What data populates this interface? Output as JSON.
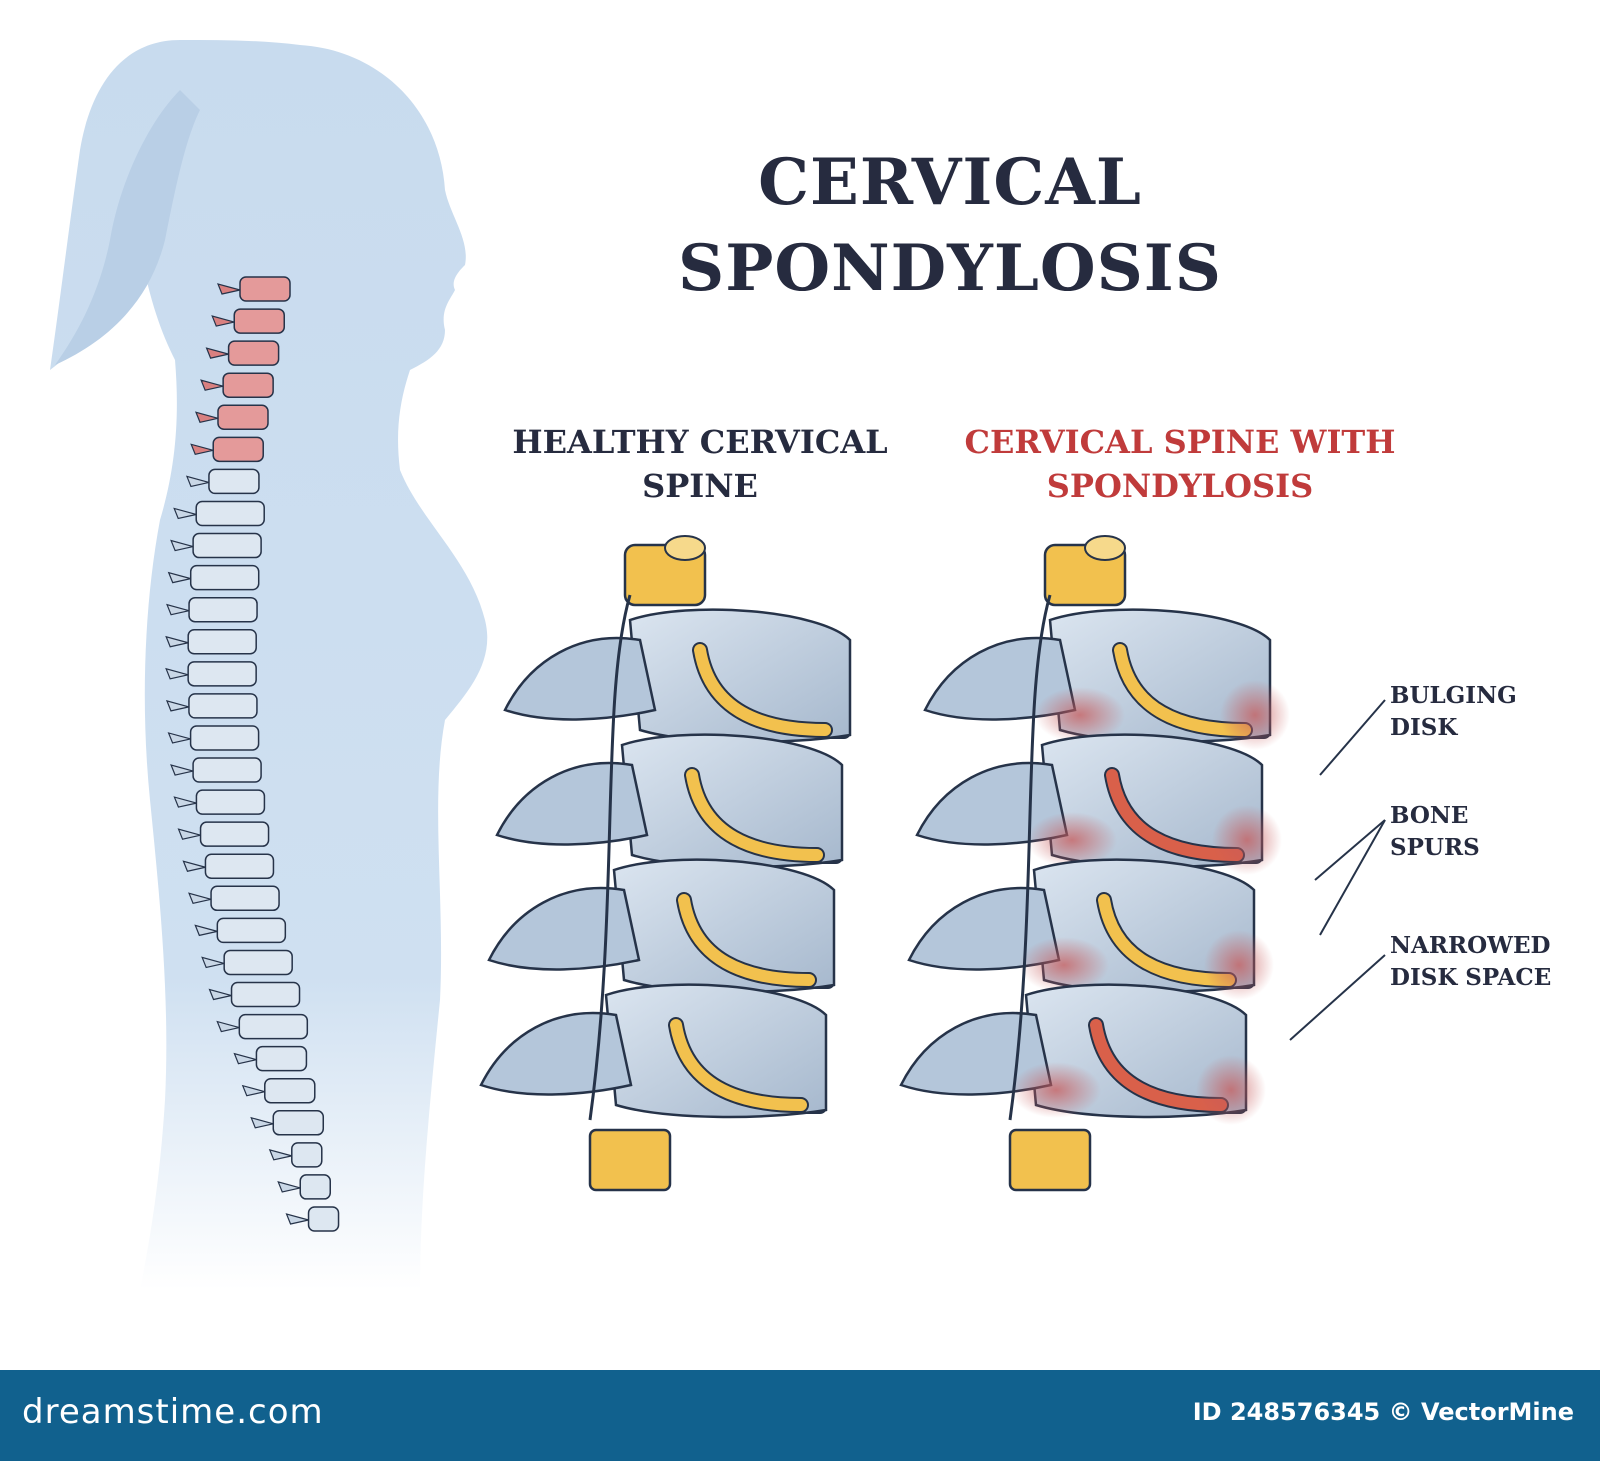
{
  "title": {
    "line1": "CERVICAL",
    "line2": "SPONDYLOSIS"
  },
  "panels": {
    "healthy": {
      "line1": "HEALTHY CERVICAL",
      "line2": "SPINE"
    },
    "spondylosis": {
      "line1": "CERVICAL SPINE WITH",
      "line2": "SPONDYLOSIS"
    }
  },
  "callouts": {
    "bulging_disk": {
      "line1": "BULGING",
      "line2": "DISK"
    },
    "bone_spurs": {
      "line1": "BONE",
      "line2": "SPURS"
    },
    "narrowed_disk_space": {
      "line1": "NARROWED",
      "line2": "DISK SPACE"
    }
  },
  "footer": {
    "logo": "dreamstime.com",
    "credit": "ID 248576345 © VectorMine"
  },
  "colors": {
    "silhouette": "#c8dbee",
    "bone": "#b9c9dc",
    "bone_outline": "#263349",
    "disk": "#4aa3d8",
    "nerve": "#f2c14e",
    "inflamed": "#c46060",
    "title": "#262b3f",
    "subtitle_red": "#c03b3b",
    "footer_bar": "#11618e"
  }
}
